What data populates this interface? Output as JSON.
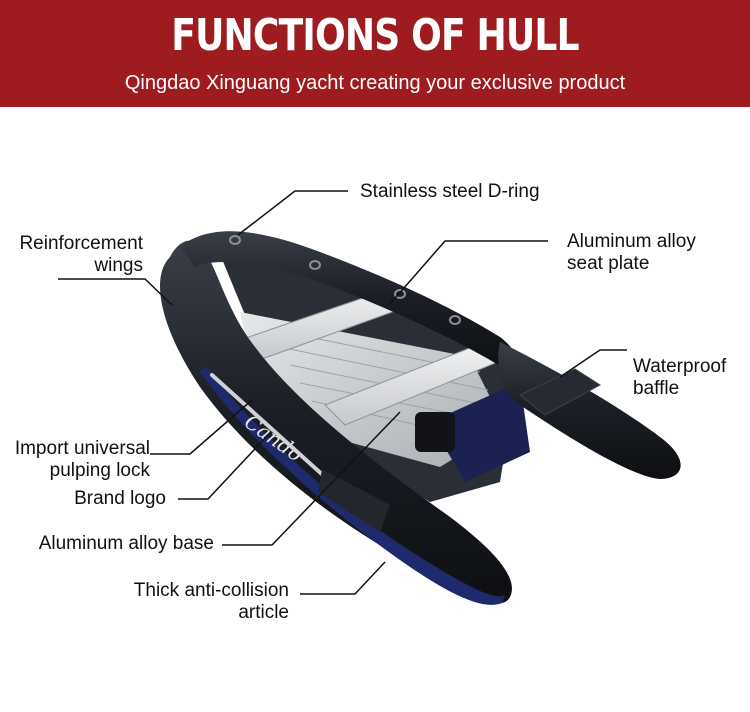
{
  "header": {
    "title": "FUNCTIONS OF HULL",
    "subtitle": "Qingdao Xinguang yacht creating your exclusive product"
  },
  "boat": {
    "brand_logo_text": "Cando"
  },
  "callouts": {
    "d_ring": "Stainless steel D-ring",
    "reinforcement_wings_1": "Reinforcement",
    "reinforcement_wings_2": "wings",
    "seat_plate_1": "Aluminum alloy",
    "seat_plate_2": "seat plate",
    "waterproof_baffle_1": "Waterproof",
    "waterproof_baffle_2": "baffle",
    "pulping_lock_1": "Import universal",
    "pulping_lock_2": "pulping lock",
    "brand_logo": "Brand logo",
    "alloy_base": "Aluminum alloy base",
    "anti_collision_1": "Thick anti-collision",
    "anti_collision_2": "article"
  },
  "colors": {
    "banner": "#9e1b1f",
    "hull": "#1c1f26",
    "stripe": "#1e2a6b",
    "floor": "#c9ccd0"
  }
}
